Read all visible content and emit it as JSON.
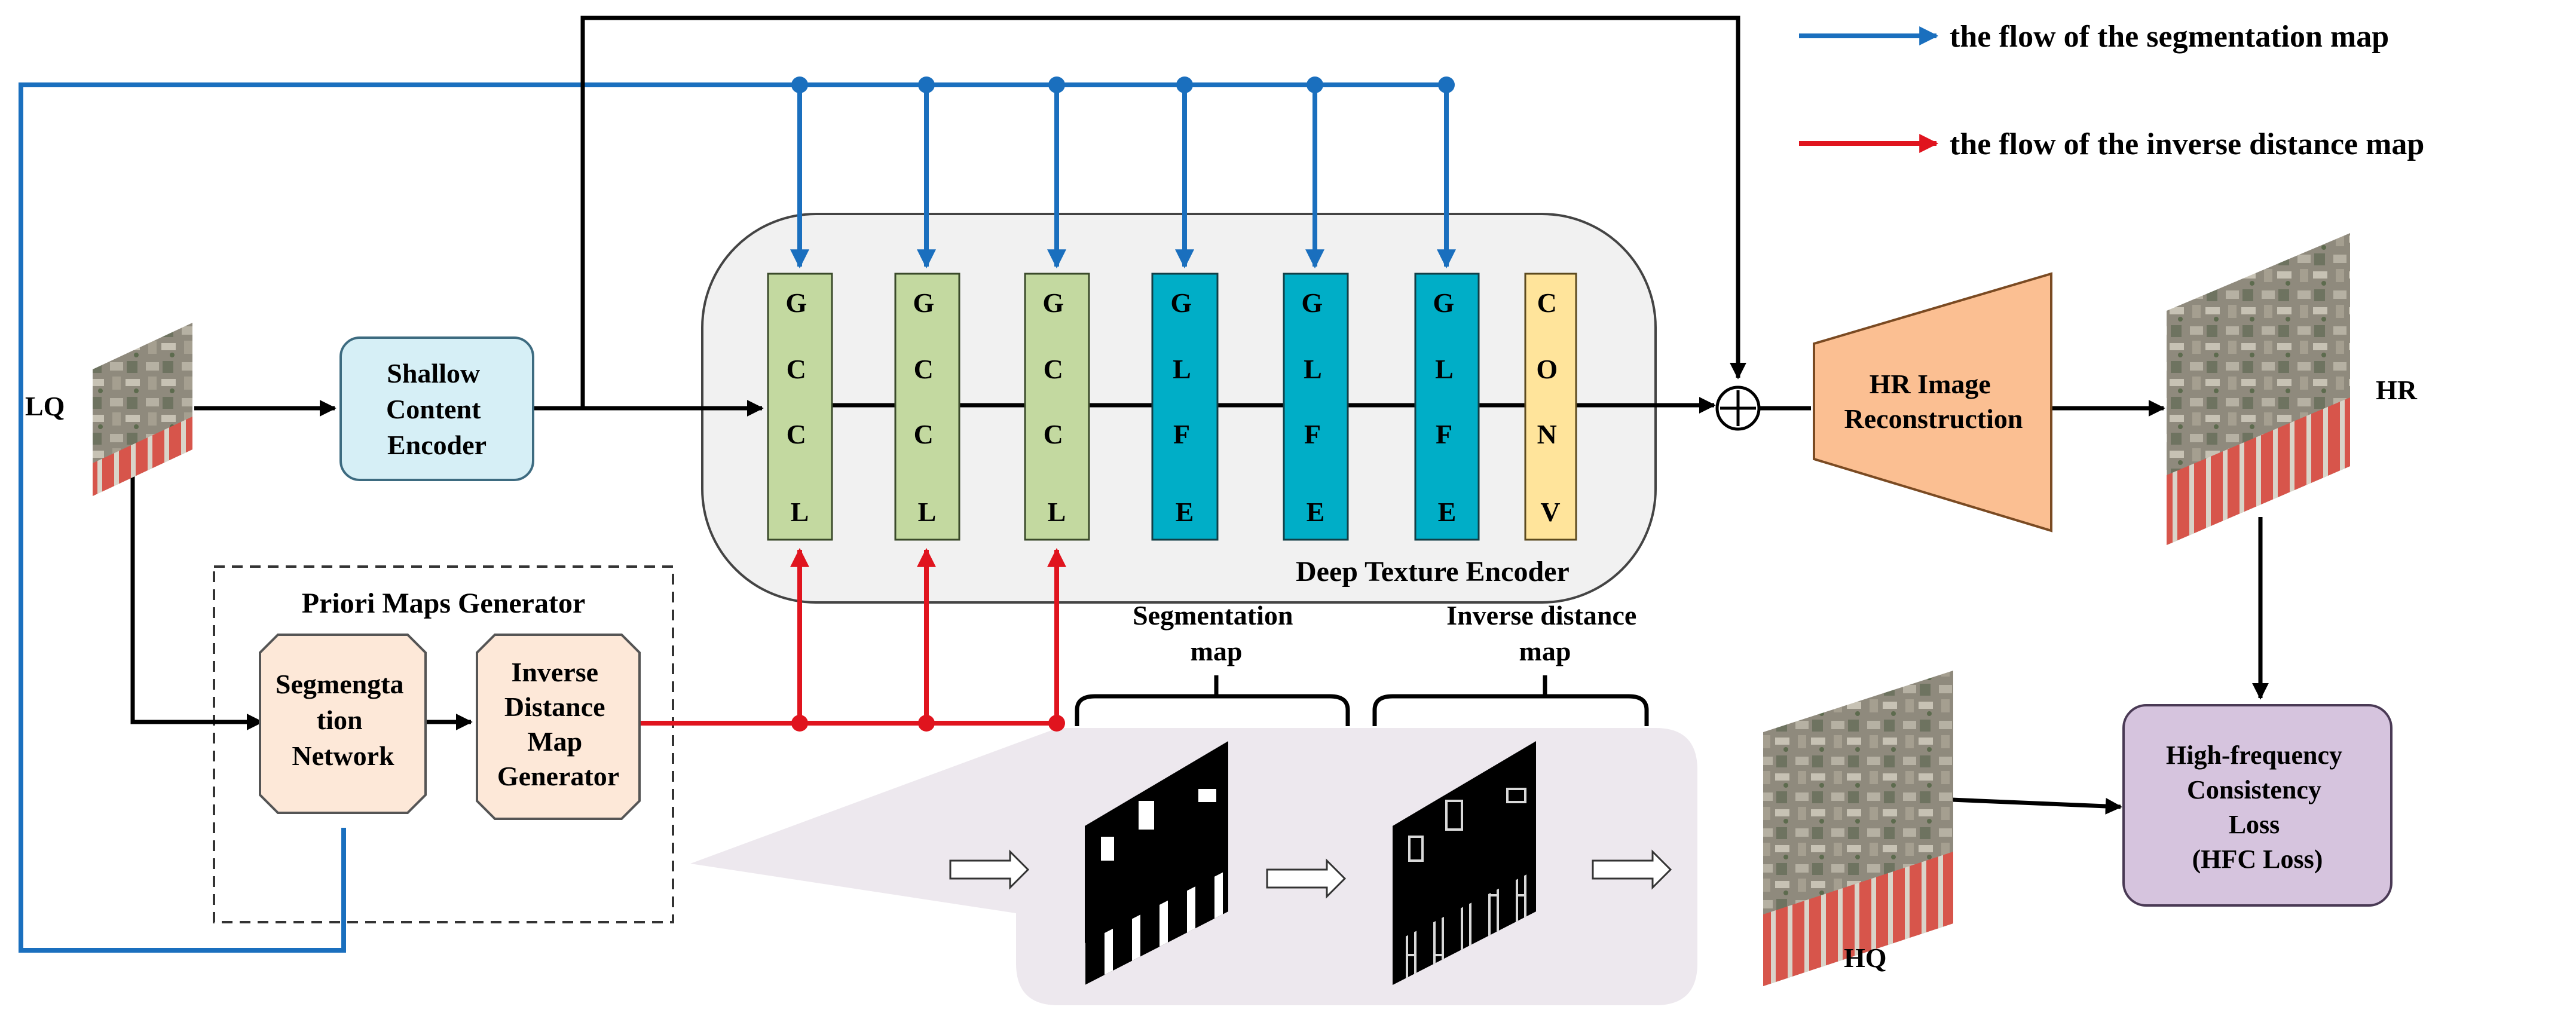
{
  "legend": {
    "segmentation": "the flow of the segmentation map",
    "inverse": "the flow of the inverse distance map",
    "blue": "#1a6fbe",
    "red": "#e0141e"
  },
  "nodes": {
    "lq": "LQ",
    "hr": "HR",
    "hq": "HQ",
    "shallow": [
      "Shallow",
      "Content",
      "Encoder"
    ],
    "hr_recon": [
      "HR Image",
      "Reconstruction"
    ],
    "hfc": [
      "High-frequency",
      "Consistency",
      "Loss",
      "(HFC Loss)"
    ],
    "deep_encoder": "Deep Texture Encoder",
    "priori": "Priori Maps Generator",
    "segnet": [
      "Segmengta",
      "tion",
      "Network"
    ],
    "invgen": [
      "Inverse",
      "Distance",
      "Map",
      "Generator"
    ],
    "segmap": [
      "Segmentation",
      "map"
    ],
    "invmap": [
      "Inverse distance",
      "map"
    ],
    "plus": "+"
  },
  "blocks": [
    {
      "letters": [
        "G",
        "C",
        "C",
        "L"
      ],
      "color": "#c3d9a0"
    },
    {
      "letters": [
        "G",
        "C",
        "C",
        "L"
      ],
      "color": "#c3d9a0"
    },
    {
      "letters": [
        "G",
        "C",
        "C",
        "L"
      ],
      "color": "#c3d9a0"
    },
    {
      "letters": [
        "G",
        "L",
        "F",
        "E"
      ],
      "color": "#00aec7"
    },
    {
      "letters": [
        "G",
        "L",
        "F",
        "E"
      ],
      "color": "#00aec7"
    },
    {
      "letters": [
        "G",
        "L",
        "F",
        "E"
      ],
      "color": "#00aec7"
    },
    {
      "letters": [
        "C",
        "O",
        "N",
        "V"
      ],
      "color": "#ffe49b"
    }
  ]
}
